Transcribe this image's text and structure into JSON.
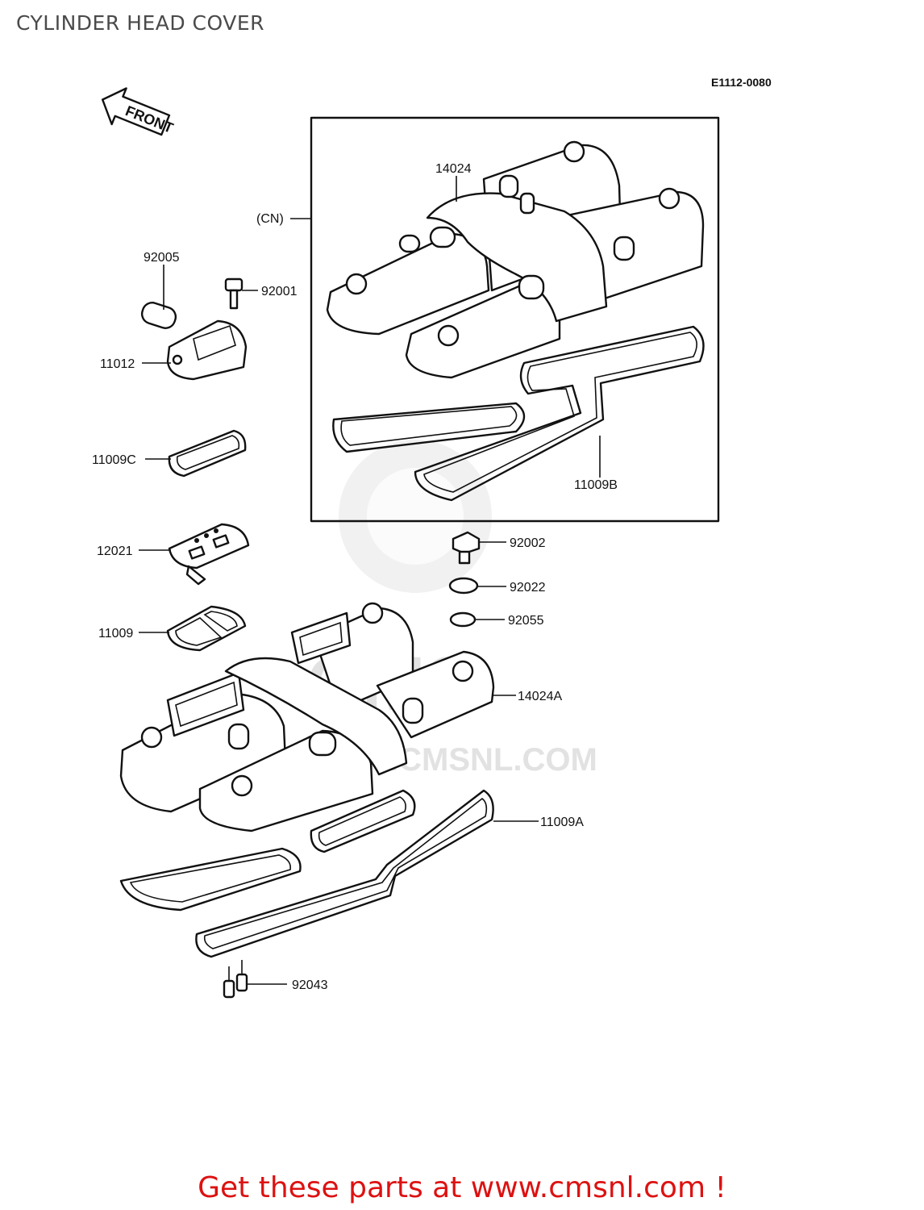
{
  "header": {
    "title": "CYLINDER HEAD COVER",
    "diagram_code": "E1112-0080"
  },
  "front_arrow": {
    "label": "FRONT"
  },
  "callouts": {
    "c14024": "14024",
    "cCN": "(CN)",
    "c92005": "92005",
    "c92001": "92001",
    "c11012": "11012",
    "c11009C": "11009C",
    "c11009B": "11009B",
    "c12021": "12021",
    "c92002": "92002",
    "c92022": "92022",
    "c92055": "92055",
    "c11009": "11009",
    "c14024A": "14024A",
    "c11009A": "11009A",
    "c92043": "92043"
  },
  "watermark": {
    "brand": "CMS",
    "url": "WWW.CMSNL.COM"
  },
  "footer": {
    "promo": "Get these parts at www.cmsnl.com !"
  },
  "colors": {
    "promo": "#dd1111",
    "title": "#4a4a4a",
    "watermark": "#e6e6e6"
  }
}
